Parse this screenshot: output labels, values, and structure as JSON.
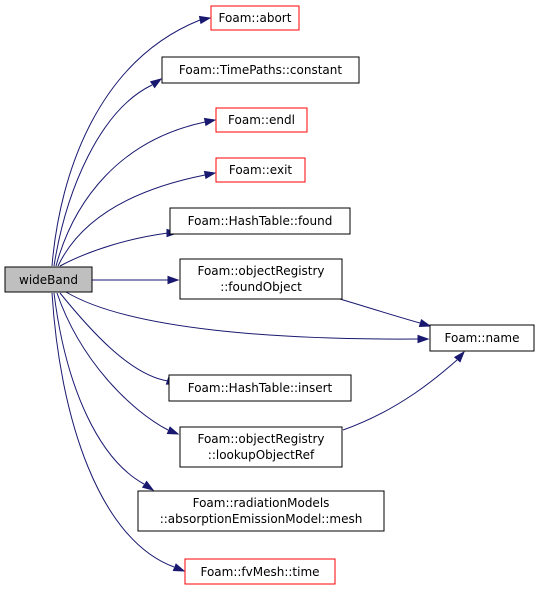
{
  "graph": {
    "colors": {
      "edge": "#191970",
      "node_border_normal": "#000000",
      "node_border_red": "#ff0000",
      "root_fill": "#bfbfbf"
    },
    "root": {
      "label": "wideBand"
    },
    "nodes": [
      {
        "id": "abort",
        "lines": [
          "Foam::abort"
        ],
        "border": "red"
      },
      {
        "id": "constant",
        "lines": [
          "Foam::TimePaths::constant"
        ],
        "border": "black"
      },
      {
        "id": "endl",
        "lines": [
          "Foam::endl"
        ],
        "border": "red"
      },
      {
        "id": "exit",
        "lines": [
          "Foam::exit"
        ],
        "border": "red"
      },
      {
        "id": "found",
        "lines": [
          "Foam::HashTable::found"
        ],
        "border": "black"
      },
      {
        "id": "foundObject",
        "lines": [
          "Foam::objectRegistry",
          "::foundObject"
        ],
        "border": "black"
      },
      {
        "id": "name",
        "lines": [
          "Foam::name"
        ],
        "border": "black"
      },
      {
        "id": "insert",
        "lines": [
          "Foam::HashTable::insert"
        ],
        "border": "black"
      },
      {
        "id": "lookupObjectRef",
        "lines": [
          "Foam::objectRegistry",
          "::lookupObjectRef"
        ],
        "border": "black"
      },
      {
        "id": "mesh",
        "lines": [
          "Foam::radiationModels",
          "::absorptionEmissionModel::mesh"
        ],
        "border": "black"
      },
      {
        "id": "time",
        "lines": [
          "Foam::fvMesh::time"
        ],
        "border": "red"
      }
    ],
    "edges": [
      {
        "from": "wideBand",
        "to": "abort"
      },
      {
        "from": "wideBand",
        "to": "constant"
      },
      {
        "from": "wideBand",
        "to": "endl"
      },
      {
        "from": "wideBand",
        "to": "exit"
      },
      {
        "from": "wideBand",
        "to": "found"
      },
      {
        "from": "wideBand",
        "to": "foundObject"
      },
      {
        "from": "wideBand",
        "to": "name"
      },
      {
        "from": "wideBand",
        "to": "insert"
      },
      {
        "from": "wideBand",
        "to": "lookupObjectRef"
      },
      {
        "from": "wideBand",
        "to": "mesh"
      },
      {
        "from": "wideBand",
        "to": "time"
      },
      {
        "from": "foundObject",
        "to": "name"
      },
      {
        "from": "lookupObjectRef",
        "to": "name"
      }
    ]
  }
}
